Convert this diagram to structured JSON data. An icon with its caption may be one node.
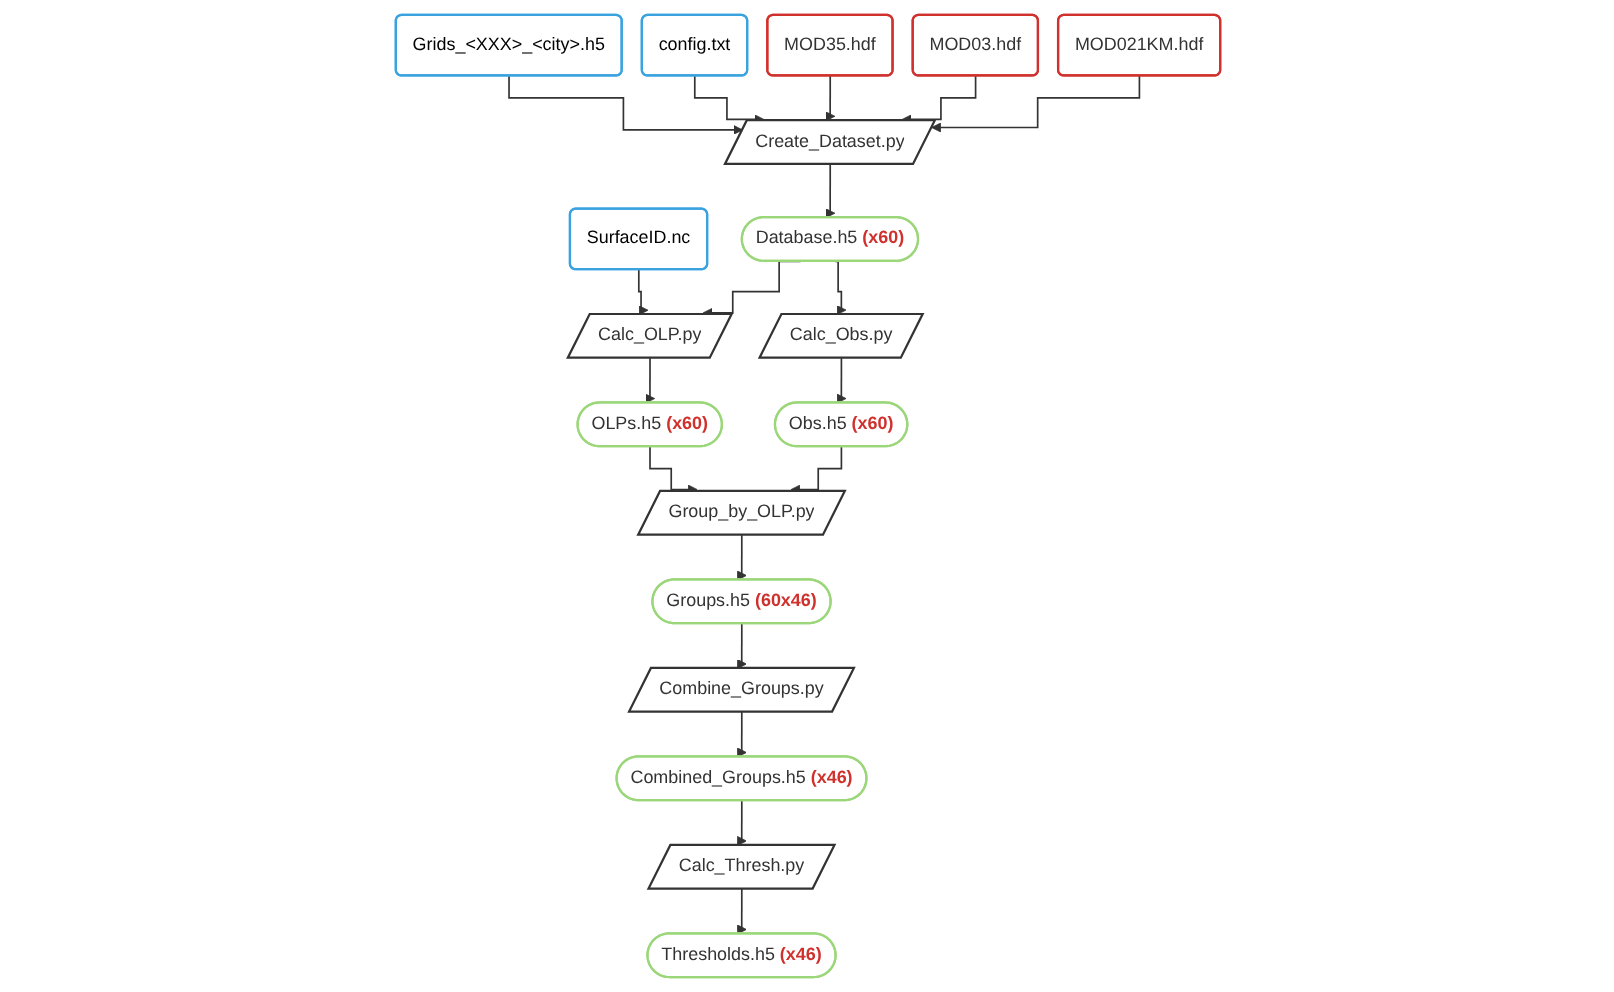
{
  "diagram": {
    "nodes": [
      {
        "text": [
          "MOD021KM.hdf"
        ]
      },
      {
        "text": [
          "MOD03.hdf"
        ]
      },
      {
        "text": [
          "MOD35.hdf"
        ]
      },
      {
        "text": [
          "config.txt"
        ]
      },
      {
        "text": [
          "Grids_<XXX>_<city>.h5"
        ]
      },
      {
        "text": [
          "SurfaceID.nc"
        ]
      },
      {
        "text": [
          "Create_Dataset.py"
        ]
      },
      {
        "text": [
          "Database.h5",
          "(x60)"
        ]
      },
      {
        "text": [
          "Calc_Obs.py"
        ]
      },
      {
        "text": [
          "Obs.h5",
          "(x60)"
        ]
      },
      {
        "text": [
          "Calc_OLP.py"
        ]
      },
      {
        "text": [
          "OLPs.h5",
          "(x60)"
        ]
      },
      {
        "text": [
          "Group_by_OLP.py"
        ]
      },
      {
        "text": [
          "Groups.h5",
          "(60x46)"
        ]
      },
      {
        "text": [
          "Combine_Groups.py"
        ]
      },
      {
        "text": [
          "Combined_Groups.h5",
          "(x46)"
        ]
      },
      {
        "text": [
          "Calc_Thresh.py"
        ]
      },
      {
        "text": [
          "Thresholds.h5",
          "(x46)"
        ]
      }
    ],
    "edges": [
      {
        "from": 0,
        "to": 6,
        "arrow": "to"
      },
      {
        "from": 1,
        "to": 6,
        "arrow": "to"
      },
      {
        "from": 2,
        "to": 6,
        "arrow": "to"
      },
      {
        "from": 3,
        "to": 6,
        "arrow": "to"
      },
      {
        "from": 4,
        "to": 6,
        "arrow": "to"
      },
      {
        "from": 6,
        "to": 7,
        "arrow": "to"
      },
      {
        "from": 7,
        "to": 8,
        "arrow": "to"
      },
      {
        "from": 7,
        "to": 10,
        "arrow": "to"
      },
      {
        "from": 5,
        "to": 10,
        "arrow": "to"
      },
      {
        "from": 8,
        "to": 9,
        "arrow": "to"
      },
      {
        "from": 10,
        "to": 11,
        "arrow": "to"
      },
      {
        "from": 11,
        "to": 12,
        "arrow": "to"
      },
      {
        "from": 9,
        "to": 12,
        "arrow": "to"
      },
      {
        "from": 12,
        "to": 13,
        "arrow": "to"
      },
      {
        "from": 13,
        "to": 14,
        "arrow": "to"
      },
      {
        "from": 14,
        "to": 15,
        "arrow": "to"
      },
      {
        "from": 15,
        "to": 16,
        "arrow": "to"
      },
      {
        "from": 16,
        "to": 17,
        "arrow": "to"
      }
    ]
  }
}
